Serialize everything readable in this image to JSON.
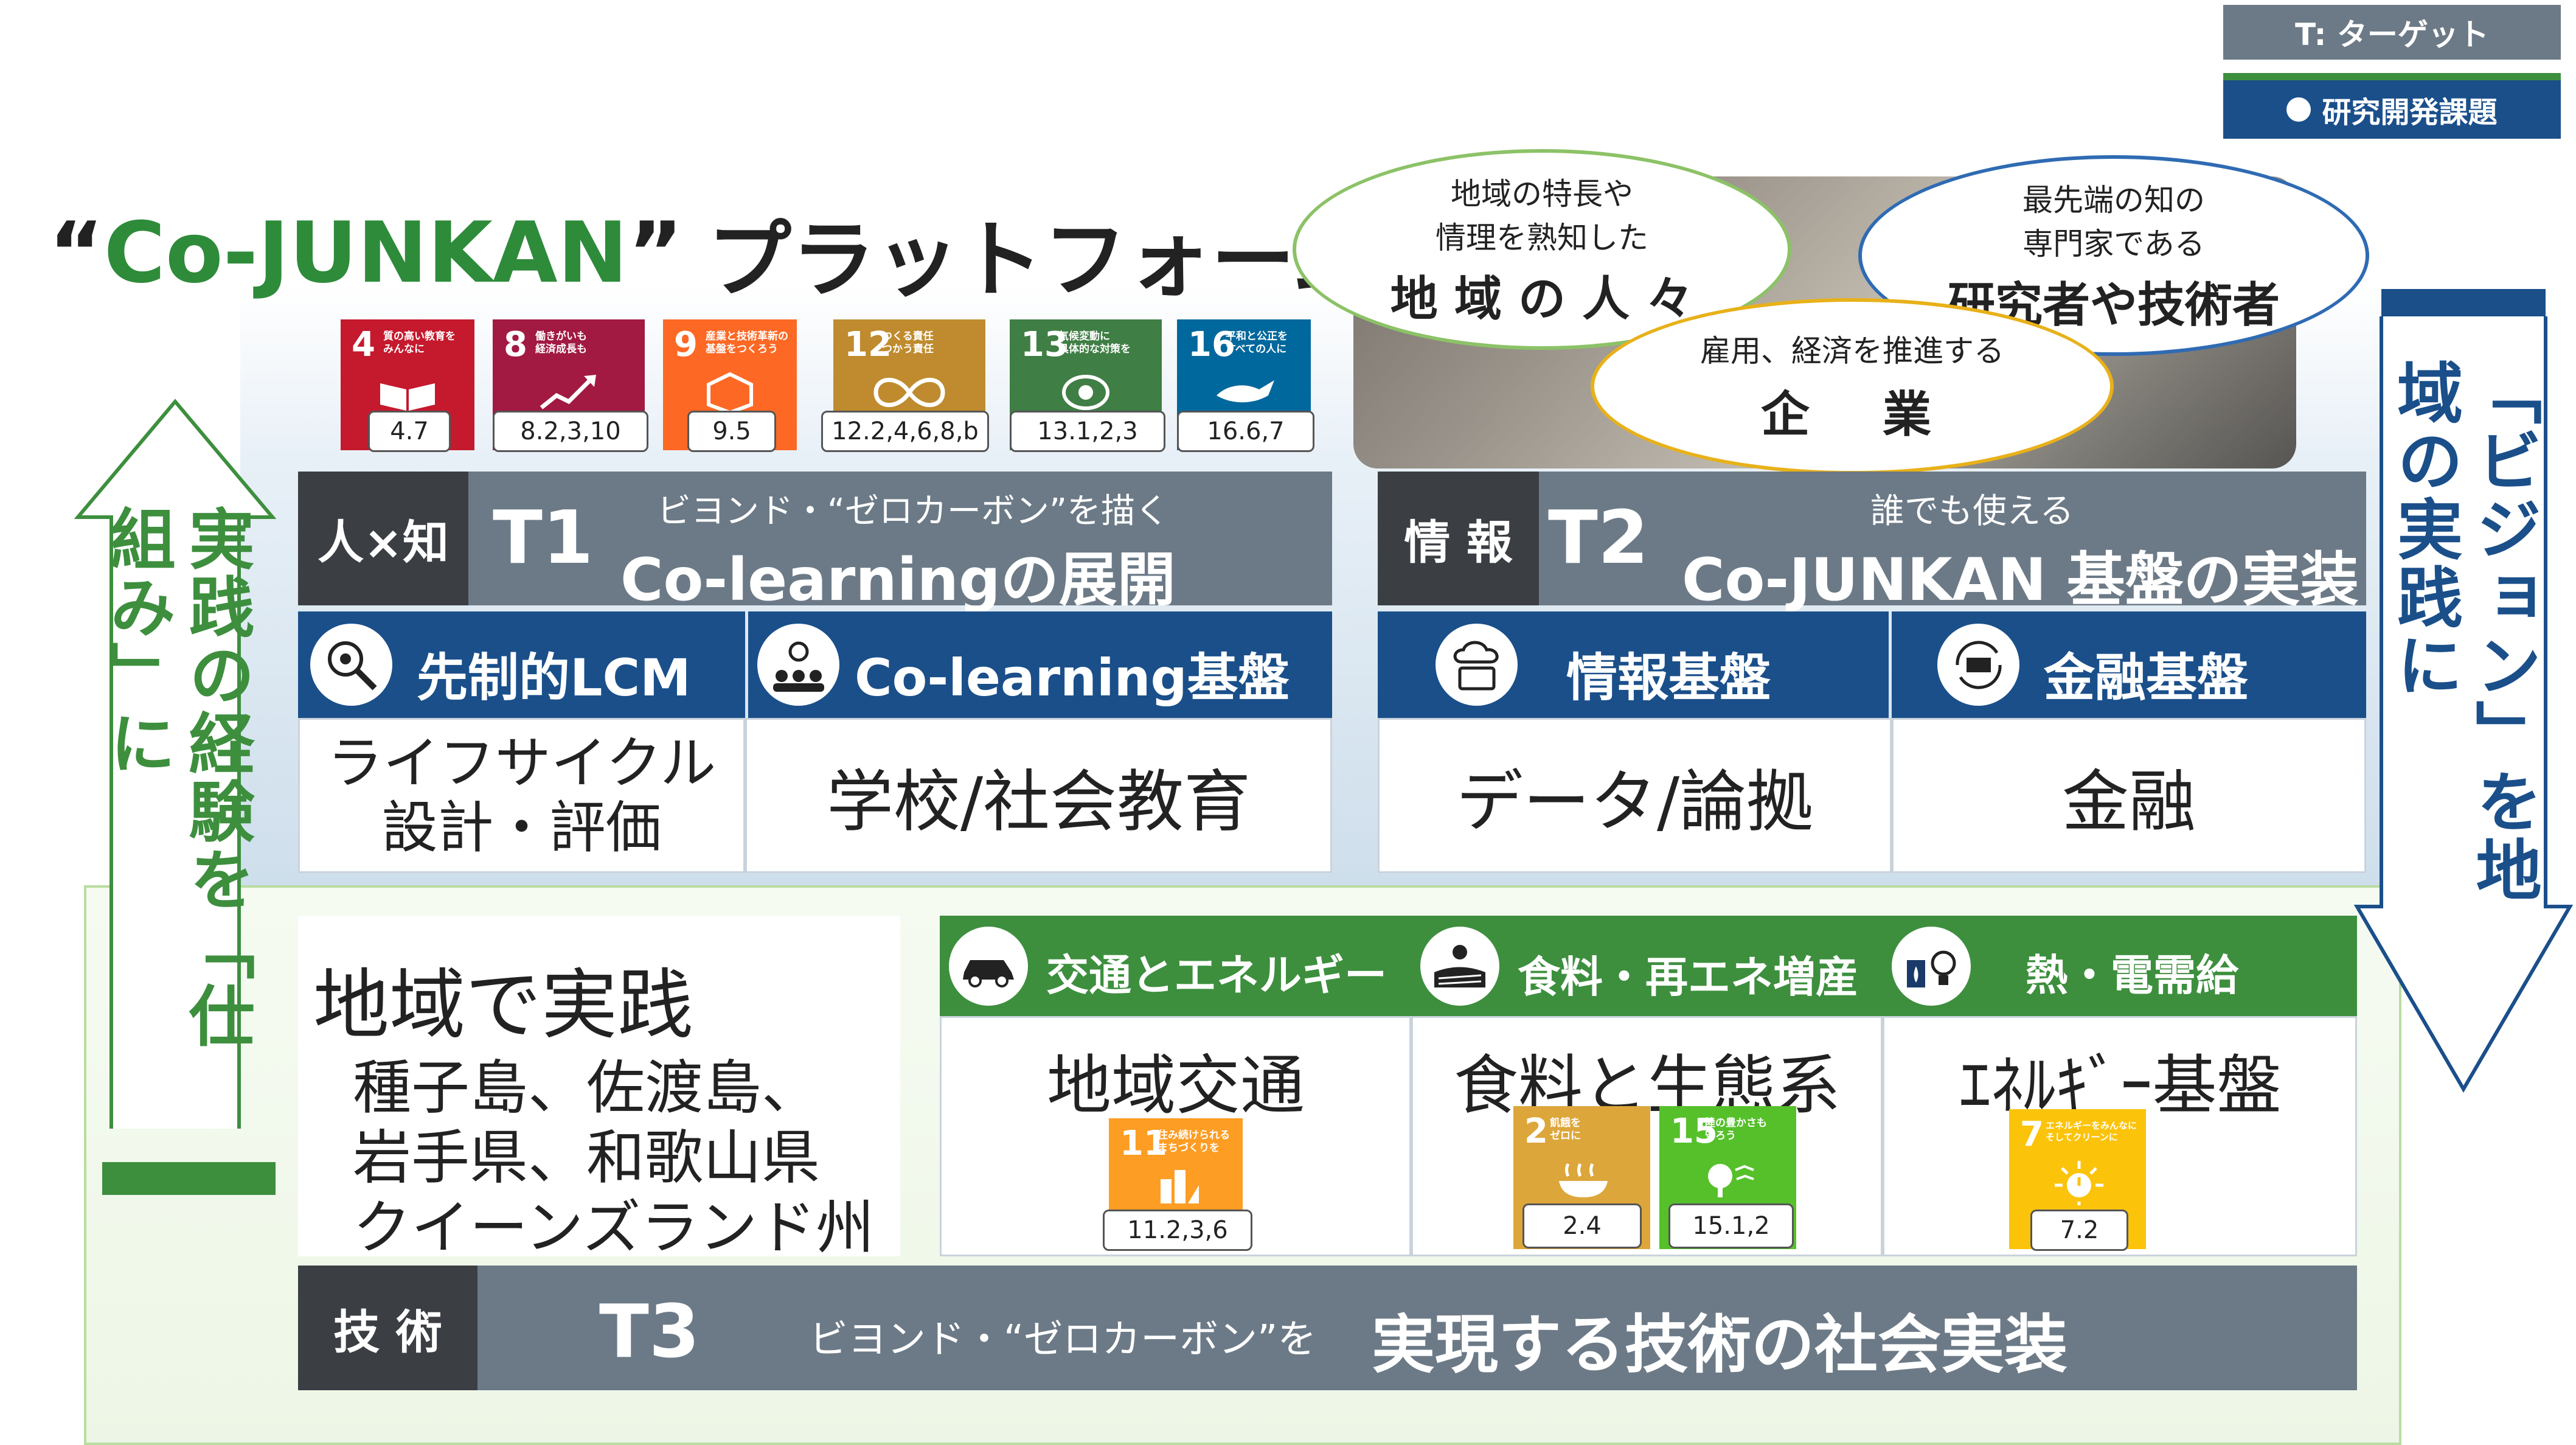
{
  "legend": {
    "target_label": "T: ターゲット",
    "research_label": "研究開発課題"
  },
  "title": {
    "quote_open": "“",
    "name": "Co-JUNKAN",
    "quote_close": "”",
    "suffix": "プラットフォーム"
  },
  "sdgs_top": [
    {
      "num": "4",
      "text": "質の高い教育を\nみんなに",
      "color": "#c5192d",
      "target": "4.7"
    },
    {
      "num": "8",
      "text": "働きがいも\n経済成長も",
      "color": "#a21942",
      "target": "8.2,3,10"
    },
    {
      "num": "9",
      "text": "産業と技術革新の\n基盤をつくろう",
      "color": "#fd6925",
      "target": "9.5"
    },
    {
      "num": "12",
      "text": "つくる責任\nつかう責任",
      "color": "#bf8b2e",
      "target": "12.2,4,6,8,b"
    },
    {
      "num": "13",
      "text": "気候変動に\n具体的な対策を",
      "color": "#3f7e44",
      "target": "13.1,2,3"
    },
    {
      "num": "16",
      "text": "平和と公正を\nすべての人に",
      "color": "#00689d",
      "target": "16.6,7"
    }
  ],
  "stakeholders": {
    "local": {
      "line1": "地域の特長や",
      "line2": "情理を熟知した",
      "big": "地 域 の 人 々"
    },
    "experts": {
      "line1": "最先端の知の",
      "line2": "専門家である",
      "big": "研究者や技術者"
    },
    "companies": {
      "line1": "雇用、経済を推進する",
      "big": "企　業"
    }
  },
  "left_arrow": {
    "text": "実践の経験を「仕組み」に"
  },
  "right_arrow": {
    "text": "「ビジョン」を地域の実践に"
  },
  "t1": {
    "tag": "人×知",
    "code": "T1",
    "sub": "ビヨンド・“ゼロカーボン”を描く",
    "main": "Co-learningの展開"
  },
  "t2": {
    "tag": "情 報",
    "code": "T2",
    "sub": "誰でも使える",
    "main": "Co-JUNKAN 基盤の実装"
  },
  "t3": {
    "tag": "技 術",
    "code": "T3",
    "sub": "ビヨンド・“ゼロカーボン”を",
    "main": "実現する技術の社会実装"
  },
  "tasks_top": [
    {
      "label": "先制的LCM",
      "content1": "ライフサイクル",
      "content2": "設計・評価",
      "icon": "eye-magnifier-icon"
    },
    {
      "label": "Co-learning基盤",
      "content1": "学校/社会教育",
      "content2": "",
      "icon": "people-bulb-icon"
    },
    {
      "label": "情報基盤",
      "content1": "データ/論拠",
      "content2": "",
      "icon": "cloud-computer-icon"
    },
    {
      "label": "金融基盤",
      "content1": "金融",
      "content2": "",
      "icon": "money-cycle-icon"
    }
  ],
  "practice": {
    "title": "地域で実践",
    "line1": "種子島、佐渡島、",
    "line2": "岩手県、和歌山県",
    "line3": "クイーンズランド州"
  },
  "tasks_bottom": [
    {
      "label": "交通とエネルギー",
      "content": "地域交通",
      "icon": "car-icon"
    },
    {
      "label": "食料・再エネ増産",
      "content": "食料と生態系",
      "icon": "field-sun-icon"
    },
    {
      "label": "熱・電需給",
      "content": "ｴﾈﾙｷﾞｰ基盤",
      "icon": "heat-bulb-icon"
    }
  ],
  "sdgs_bottom": [
    {
      "num": "11",
      "text": "住み続けられる\nまちづくりを",
      "color": "#fd9d24",
      "target": "11.2,3,6"
    },
    {
      "num": "2",
      "text": "飢餓を\nゼロに",
      "color": "#dda63a",
      "target": "2.4"
    },
    {
      "num": "15",
      "text": "陸の豊かさも\n守ろう",
      "color": "#56c02b",
      "target": "15.1,2"
    },
    {
      "num": "7",
      "text": "エネルギーをみんなに\nそしてクリーンに",
      "color": "#fcc30b",
      "target": "7.2"
    }
  ]
}
